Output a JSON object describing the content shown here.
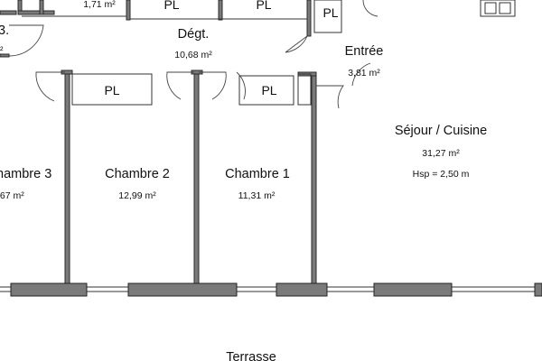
{
  "rooms": {
    "degt": {
      "name": "Dégt.",
      "area": "10,68 m²"
    },
    "entree": {
      "name": "Entrée",
      "area": "3,81 m²"
    },
    "sejour": {
      "name": "Séjour / Cuisine",
      "area": "31,27 m²",
      "height": "Hsp = 2,50 m"
    },
    "chambre3": {
      "name": "hambre 3",
      "area": ",67 m²"
    },
    "chambre2": {
      "name": "Chambre 2",
      "area": "12,99 m²"
    },
    "chambre1": {
      "name": "Chambre 1",
      "area": "11,31 m²"
    },
    "top_left": {
      "area": "1,71 m²"
    },
    "left_small": {
      "name": "3.",
      "area": "²"
    },
    "terrasse": {
      "name": "Terrasse"
    }
  },
  "closets": {
    "label": "PL"
  },
  "colors": {
    "wall": "#7a7a7a",
    "background": "#ffffff"
  }
}
